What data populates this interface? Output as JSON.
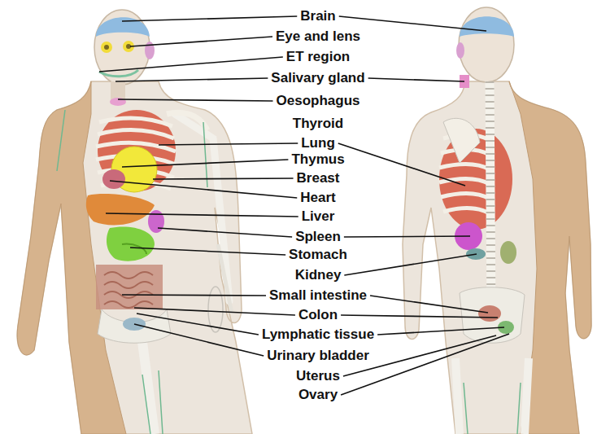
{
  "diagram": {
    "labels": [
      "Brain",
      "Eye and lens",
      "ET region",
      "Salivary gland",
      "Oesophagus",
      "Thyroid",
      "Lung",
      "Thymus",
      "Breast",
      "Heart",
      "Liver",
      "Spleen",
      "Stomach",
      "Kidney",
      "Small intestine",
      "Colon",
      "Lymphatic tissue",
      "Urinary bladder",
      "Uterus",
      "Ovary"
    ]
  }
}
